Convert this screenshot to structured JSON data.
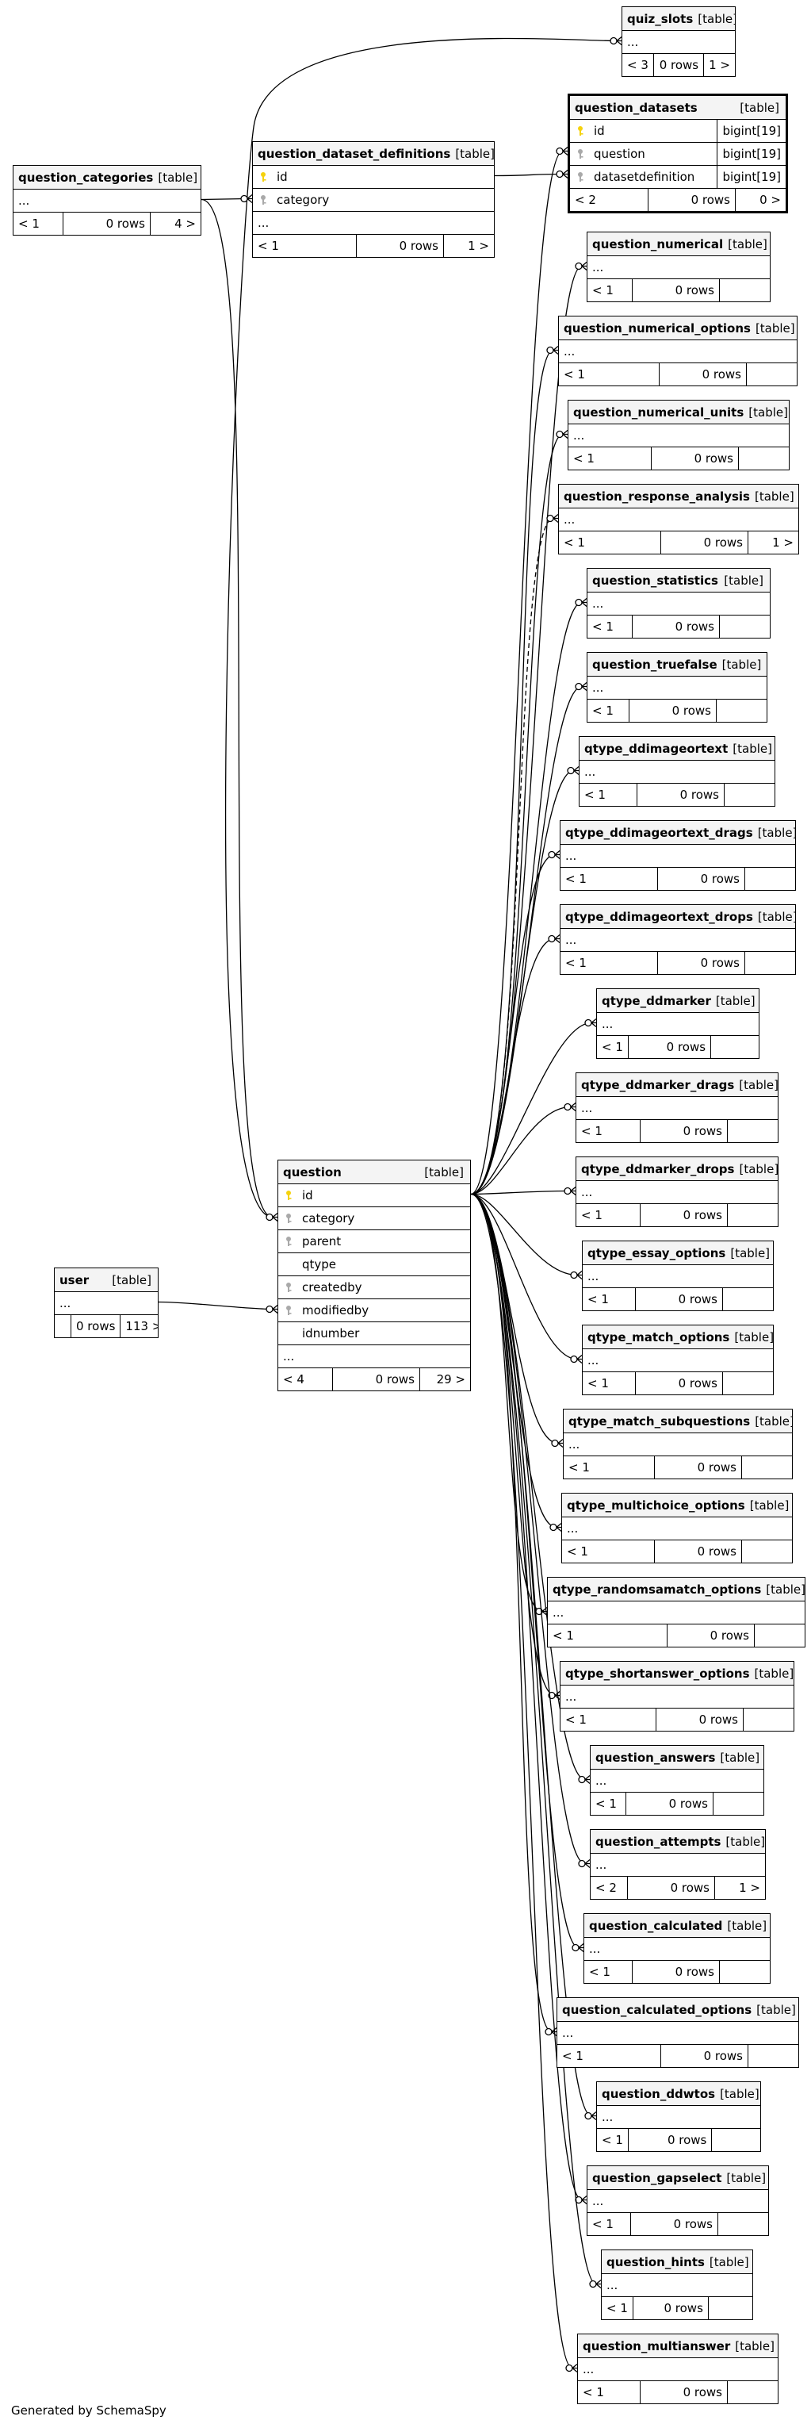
{
  "footer": {
    "generated_by": "Generated by SchemaSpy"
  },
  "colors": {
    "key": "#f5d20d",
    "fk": "#a9a9a9",
    "line": "#000000",
    "header_bg": "#f4f4f4"
  },
  "type_label": "[table]",
  "tables": [
    {
      "id": "quiz_slots",
      "name": "quiz_slots",
      "rows": [],
      "ellipsis": "...",
      "footer": [
        "< 3",
        "0 rows",
        "1 >"
      ]
    },
    {
      "id": "question_datasets",
      "name": "question_datasets",
      "focus": true,
      "rows": [
        {
          "name": "id",
          "type": "bigint[19]",
          "icon": "primary-key-icon"
        },
        {
          "name": "question",
          "type": "bigint[19]",
          "icon": "foreign-key-icon"
        },
        {
          "name": "datasetdefinition",
          "type": "bigint[19]",
          "icon": "foreign-key-icon"
        }
      ],
      "footer": [
        "< 2",
        "0 rows",
        "0 >"
      ]
    },
    {
      "id": "question_categories",
      "name": "question_categories",
      "rows": [],
      "ellipsis": "...",
      "footer": [
        "< 1",
        "0 rows",
        "4 >"
      ]
    },
    {
      "id": "question_dataset_definitions",
      "name": "question_dataset_definitions",
      "rows": [
        {
          "name": "id",
          "icon": "primary-key-icon"
        },
        {
          "name": "category",
          "icon": "foreign-key-icon"
        }
      ],
      "ellipsis": "...",
      "footer": [
        "< 1",
        "0 rows",
        "1 >"
      ]
    },
    {
      "id": "question",
      "name": "question",
      "rows": [
        {
          "name": "id",
          "icon": "primary-key-icon"
        },
        {
          "name": "category",
          "icon": "foreign-key-icon"
        },
        {
          "name": "parent",
          "icon": "foreign-key-icon"
        },
        {
          "name": "qtype",
          "icon": ""
        },
        {
          "name": "createdby",
          "icon": "foreign-key-icon"
        },
        {
          "name": "modifiedby",
          "icon": "foreign-key-icon"
        },
        {
          "name": "idnumber",
          "icon": ""
        }
      ],
      "ellipsis": "...",
      "footer": [
        "< 4",
        "0 rows",
        "29 >"
      ]
    },
    {
      "id": "user",
      "name": "user",
      "rows": [],
      "ellipsis": "...",
      "footer": [
        "",
        "0 rows",
        "113 >"
      ]
    },
    {
      "id": "question_numerical",
      "name": "question_numerical",
      "rows": [],
      "ellipsis": "...",
      "footer": [
        "< 1",
        "0 rows",
        ""
      ]
    },
    {
      "id": "question_numerical_options",
      "name": "question_numerical_options",
      "rows": [],
      "ellipsis": "...",
      "footer": [
        "< 1",
        "0 rows",
        ""
      ]
    },
    {
      "id": "question_numerical_units",
      "name": "question_numerical_units",
      "rows": [],
      "ellipsis": "...",
      "footer": [
        "< 1",
        "0 rows",
        ""
      ]
    },
    {
      "id": "question_response_analysis",
      "name": "question_response_analysis",
      "rows": [],
      "ellipsis": "...",
      "footer": [
        "< 1",
        "0 rows",
        "1 >"
      ]
    },
    {
      "id": "question_statistics",
      "name": "question_statistics",
      "rows": [],
      "ellipsis": "...",
      "footer": [
        "< 1",
        "0 rows",
        ""
      ]
    },
    {
      "id": "question_truefalse",
      "name": "question_truefalse",
      "rows": [],
      "ellipsis": "...",
      "footer": [
        "< 1",
        "0 rows",
        ""
      ]
    },
    {
      "id": "qtype_ddimageortext",
      "name": "qtype_ddimageortext",
      "rows": [],
      "ellipsis": "...",
      "footer": [
        "< 1",
        "0 rows",
        ""
      ]
    },
    {
      "id": "qtype_ddimageortext_drags",
      "name": "qtype_ddimageortext_drags",
      "rows": [],
      "ellipsis": "...",
      "footer": [
        "< 1",
        "0 rows",
        ""
      ]
    },
    {
      "id": "qtype_ddimageortext_drops",
      "name": "qtype_ddimageortext_drops",
      "rows": [],
      "ellipsis": "...",
      "footer": [
        "< 1",
        "0 rows",
        ""
      ]
    },
    {
      "id": "qtype_ddmarker",
      "name": "qtype_ddmarker",
      "rows": [],
      "ellipsis": "...",
      "footer": [
        "< 1",
        "0 rows",
        ""
      ]
    },
    {
      "id": "qtype_ddmarker_drags",
      "name": "qtype_ddmarker_drags",
      "rows": [],
      "ellipsis": "...",
      "footer": [
        "< 1",
        "0 rows",
        ""
      ]
    },
    {
      "id": "qtype_ddmarker_drops",
      "name": "qtype_ddmarker_drops",
      "rows": [],
      "ellipsis": "...",
      "footer": [
        "< 1",
        "0 rows",
        ""
      ]
    },
    {
      "id": "qtype_essay_options",
      "name": "qtype_essay_options",
      "rows": [],
      "ellipsis": "...",
      "footer": [
        "< 1",
        "0 rows",
        ""
      ]
    },
    {
      "id": "qtype_match_options",
      "name": "qtype_match_options",
      "rows": [],
      "ellipsis": "...",
      "footer": [
        "< 1",
        "0 rows",
        ""
      ]
    },
    {
      "id": "qtype_match_subquestions",
      "name": "qtype_match_subquestions",
      "rows": [],
      "ellipsis": "...",
      "footer": [
        "< 1",
        "0 rows",
        ""
      ]
    },
    {
      "id": "qtype_multichoice_options",
      "name": "qtype_multichoice_options",
      "rows": [],
      "ellipsis": "...",
      "footer": [
        "< 1",
        "0 rows",
        ""
      ]
    },
    {
      "id": "qtype_randomsamatch_options",
      "name": "qtype_randomsamatch_options",
      "rows": [],
      "ellipsis": "...",
      "footer": [
        "< 1",
        "0 rows",
        ""
      ]
    },
    {
      "id": "qtype_shortanswer_options",
      "name": "qtype_shortanswer_options",
      "rows": [],
      "ellipsis": "...",
      "footer": [
        "< 1",
        "0 rows",
        ""
      ]
    },
    {
      "id": "question_answers",
      "name": "question_answers",
      "rows": [],
      "ellipsis": "...",
      "footer": [
        "< 1",
        "0 rows",
        ""
      ]
    },
    {
      "id": "question_attempts",
      "name": "question_attempts",
      "rows": [],
      "ellipsis": "...",
      "footer": [
        "< 2",
        "0 rows",
        "1 >"
      ]
    },
    {
      "id": "question_calculated",
      "name": "question_calculated",
      "rows": [],
      "ellipsis": "...",
      "footer": [
        "< 1",
        "0 rows",
        ""
      ]
    },
    {
      "id": "question_calculated_options",
      "name": "question_calculated_options",
      "rows": [],
      "ellipsis": "...",
      "footer": [
        "< 1",
        "0 rows",
        ""
      ]
    },
    {
      "id": "question_ddwtos",
      "name": "question_ddwtos",
      "rows": [],
      "ellipsis": "...",
      "footer": [
        "< 1",
        "0 rows",
        ""
      ]
    },
    {
      "id": "question_gapselect",
      "name": "question_gapselect",
      "rows": [],
      "ellipsis": "...",
      "footer": [
        "< 1",
        "0 rows",
        ""
      ]
    },
    {
      "id": "question_hints",
      "name": "question_hints",
      "rows": [],
      "ellipsis": "...",
      "footer": [
        "< 1",
        "0 rows",
        ""
      ]
    },
    {
      "id": "question_multianswer",
      "name": "question_multianswer",
      "rows": [],
      "ellipsis": "...",
      "footer": [
        "< 1",
        "0 rows",
        ""
      ]
    }
  ],
  "relations": [
    {
      "from": "question",
      "to": "quiz_slots"
    },
    {
      "from": "question",
      "to": "question_datasets"
    },
    {
      "from": "question_dataset_definitions",
      "to": "question_datasets"
    },
    {
      "from": "question_categories",
      "to": "question_dataset_definitions"
    },
    {
      "from": "question_categories",
      "to": "question"
    },
    {
      "from": "user",
      "to": "question"
    },
    {
      "from": "question",
      "to": "question_numerical"
    },
    {
      "from": "question",
      "to": "question_numerical_options"
    },
    {
      "from": "question",
      "to": "question_numerical_units"
    },
    {
      "from": "question",
      "to": "question_response_analysis",
      "implied": true
    },
    {
      "from": "question",
      "to": "question_statistics"
    },
    {
      "from": "question",
      "to": "question_truefalse"
    },
    {
      "from": "question",
      "to": "qtype_ddimageortext"
    },
    {
      "from": "question",
      "to": "qtype_ddimageortext_drags"
    },
    {
      "from": "question",
      "to": "qtype_ddimageortext_drops"
    },
    {
      "from": "question",
      "to": "qtype_ddmarker"
    },
    {
      "from": "question",
      "to": "qtype_ddmarker_drags"
    },
    {
      "from": "question",
      "to": "qtype_ddmarker_drops"
    },
    {
      "from": "question",
      "to": "qtype_essay_options"
    },
    {
      "from": "question",
      "to": "qtype_match_options"
    },
    {
      "from": "question",
      "to": "qtype_match_subquestions"
    },
    {
      "from": "question",
      "to": "qtype_multichoice_options"
    },
    {
      "from": "question",
      "to": "qtype_randomsamatch_options"
    },
    {
      "from": "question",
      "to": "qtype_shortanswer_options"
    },
    {
      "from": "question",
      "to": "question_answers"
    },
    {
      "from": "question",
      "to": "question_attempts"
    },
    {
      "from": "question",
      "to": "question_calculated"
    },
    {
      "from": "question",
      "to": "question_calculated_options"
    },
    {
      "from": "question",
      "to": "question_ddwtos"
    },
    {
      "from": "question",
      "to": "question_gapselect"
    },
    {
      "from": "question",
      "to": "question_hints"
    },
    {
      "from": "question",
      "to": "question_multianswer"
    }
  ]
}
